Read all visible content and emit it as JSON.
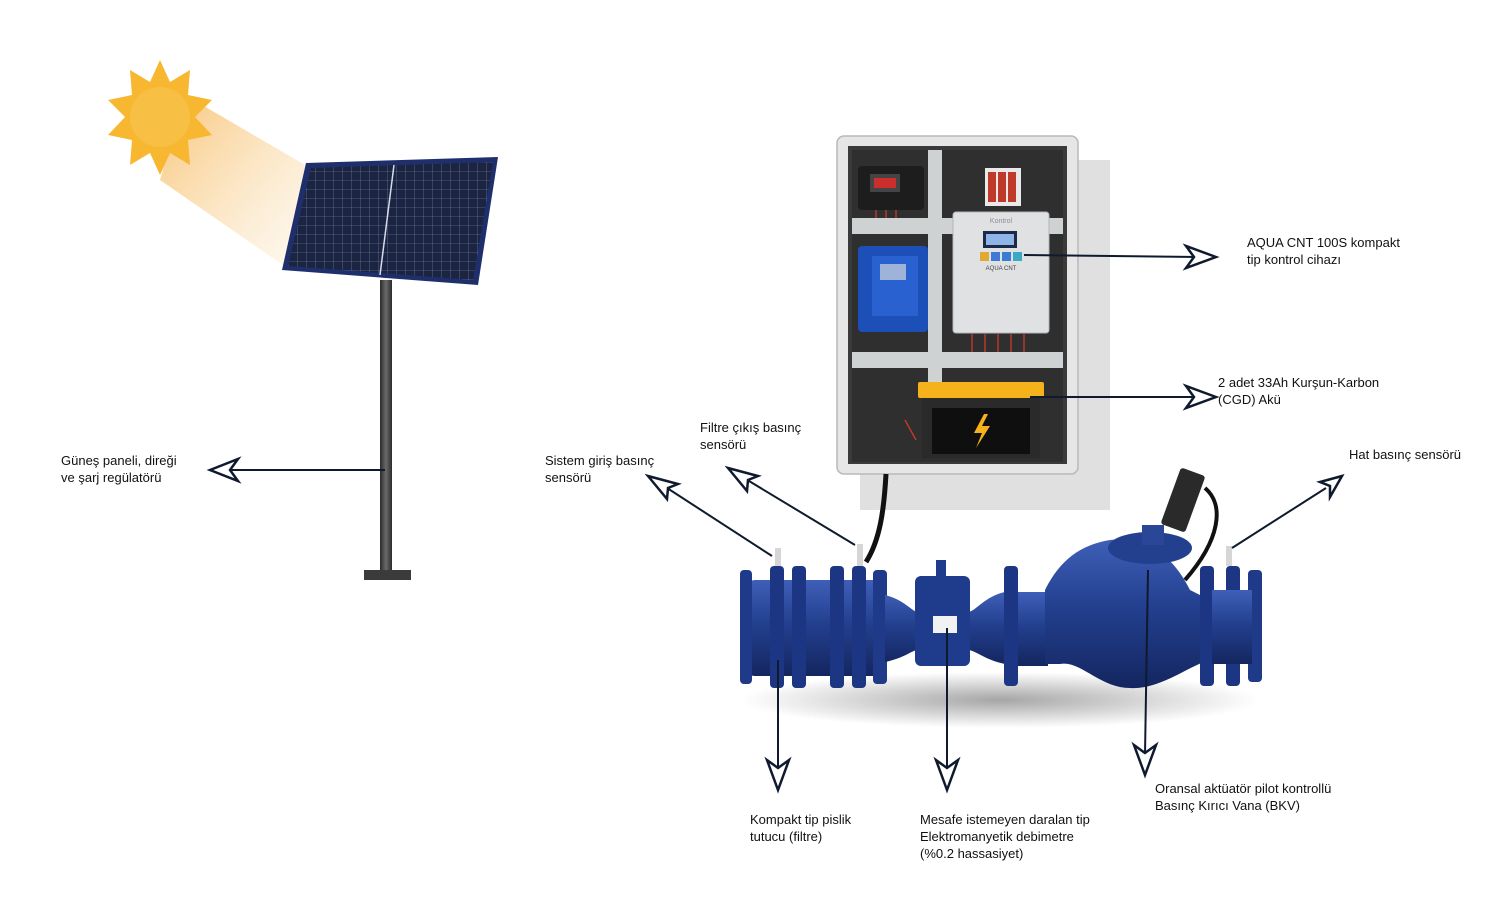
{
  "labels": {
    "solar": [
      "Güneş paneli, direği",
      "ve şarj regülatörü"
    ],
    "controller": [
      "AQUA CNT 100S kompakt",
      "tip kontrol cihazı"
    ],
    "battery": [
      "2 adet 33Ah Kurşun-Karbon",
      "(CGD) Akü"
    ],
    "filter_out": [
      "Filtre çıkış basınç",
      "sensörü"
    ],
    "system_in": [
      "Sistem giriş basınç",
      "sensörü"
    ],
    "line_pressure": [
      "Hat basınç sensörü"
    ],
    "strainer": [
      "Kompakt tip pislik",
      "tutucu (filtre)"
    ],
    "flowmeter": [
      "Mesafe istemeyen daralan tip",
      "Elektromanyetik debimetre",
      "(%0.2 hassasiyet)"
    ],
    "prv": [
      "Oransal aktüatör pilot kontrollü",
      "Basınç Kırıcı Vana (BKV)"
    ]
  },
  "device": {
    "brand_top": "Kontrol",
    "brand_bottom": "AQUA CNT"
  },
  "colors": {
    "pipe_blue": "#23408f",
    "panel_navy": "#1f2f6b",
    "sun": "#f7b731",
    "arrow": "#0f1a2e",
    "cabinet": "#e9e9e9",
    "battery_cap": "#f5b21b"
  }
}
